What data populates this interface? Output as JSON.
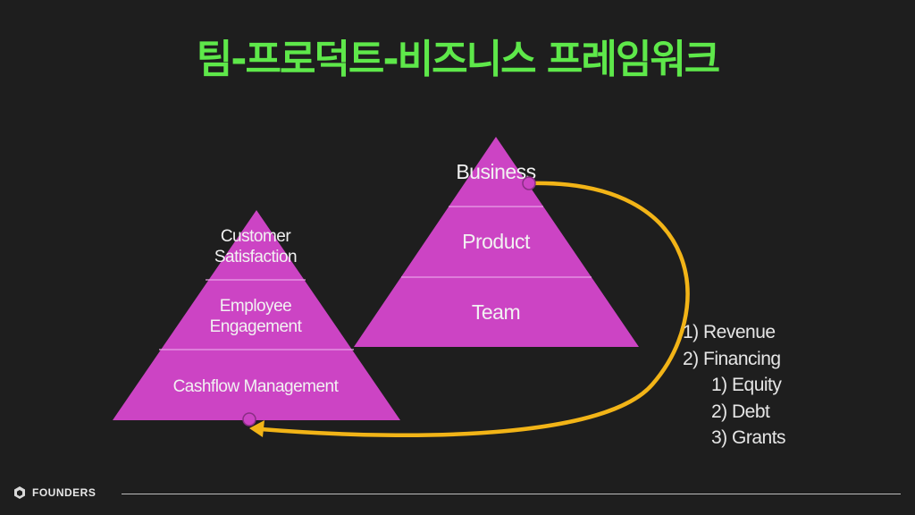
{
  "title": "팀-프로덕트-비즈니스 프레임워크",
  "left_pyramid": {
    "levels": [
      {
        "lines": [
          "Customer",
          "Satisfaction"
        ]
      },
      {
        "lines": [
          "Employee",
          "Engagement"
        ]
      },
      {
        "lines": [
          "Cashflow Management"
        ]
      }
    ]
  },
  "right_pyramid": {
    "levels": [
      {
        "label": "Business"
      },
      {
        "label": "Product"
      },
      {
        "label": "Team"
      }
    ]
  },
  "list": {
    "items": [
      {
        "text": "1) Revenue",
        "level": 0
      },
      {
        "text": "2) Financing",
        "level": 0
      },
      {
        "text": "1) Equity",
        "level": 1
      },
      {
        "text": "2) Debt",
        "level": 1
      },
      {
        "text": "3) Grants",
        "level": 1
      }
    ]
  },
  "footer": {
    "brand": "FOUNDERS",
    "logo_icon": "hexagon-cube-icon"
  },
  "colors": {
    "background": "#1e1e1e",
    "title": "#5ee84a",
    "pyramid_fill": "#cc44c4",
    "arrow": "#f2b417",
    "text_light": "#f2f2f2"
  }
}
